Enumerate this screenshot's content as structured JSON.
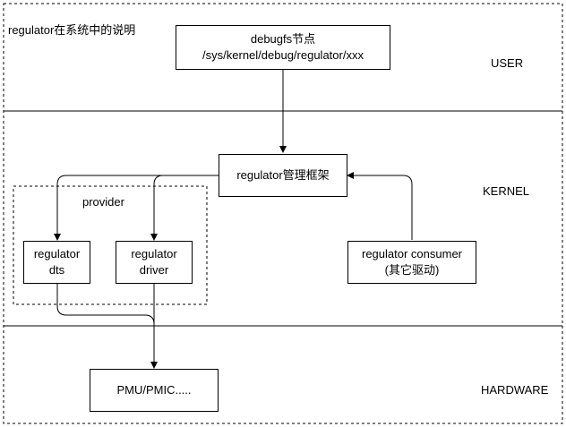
{
  "diagram": {
    "title": "regulator在系统中的说明",
    "layers": {
      "user": "USER",
      "kernel": "KERNEL",
      "hardware": "HARDWARE"
    },
    "nodes": {
      "debugfs": {
        "line1": "debugfs节点",
        "line2": "/sys/kernel/debug/regulator/xxx"
      },
      "framework": {
        "line1": "regulator管理框架"
      },
      "provider_group": {
        "label": "provider"
      },
      "dts": {
        "line1": "regulator",
        "line2": "dts"
      },
      "driver": {
        "line1": "regulator",
        "line2": "driver"
      },
      "consumer": {
        "line1": "regulator consumer",
        "line2": "(其它驱动)"
      },
      "pmu": {
        "line1": "PMU/PMIC....."
      }
    },
    "edges": [
      {
        "from": "debugfs",
        "to": "framework"
      },
      {
        "from": "consumer",
        "to": "framework"
      },
      {
        "from": "framework",
        "to": "dts"
      },
      {
        "from": "framework",
        "to": "driver"
      },
      {
        "from": "dts",
        "to": "pmu"
      },
      {
        "from": "driver",
        "to": "pmu"
      }
    ]
  }
}
